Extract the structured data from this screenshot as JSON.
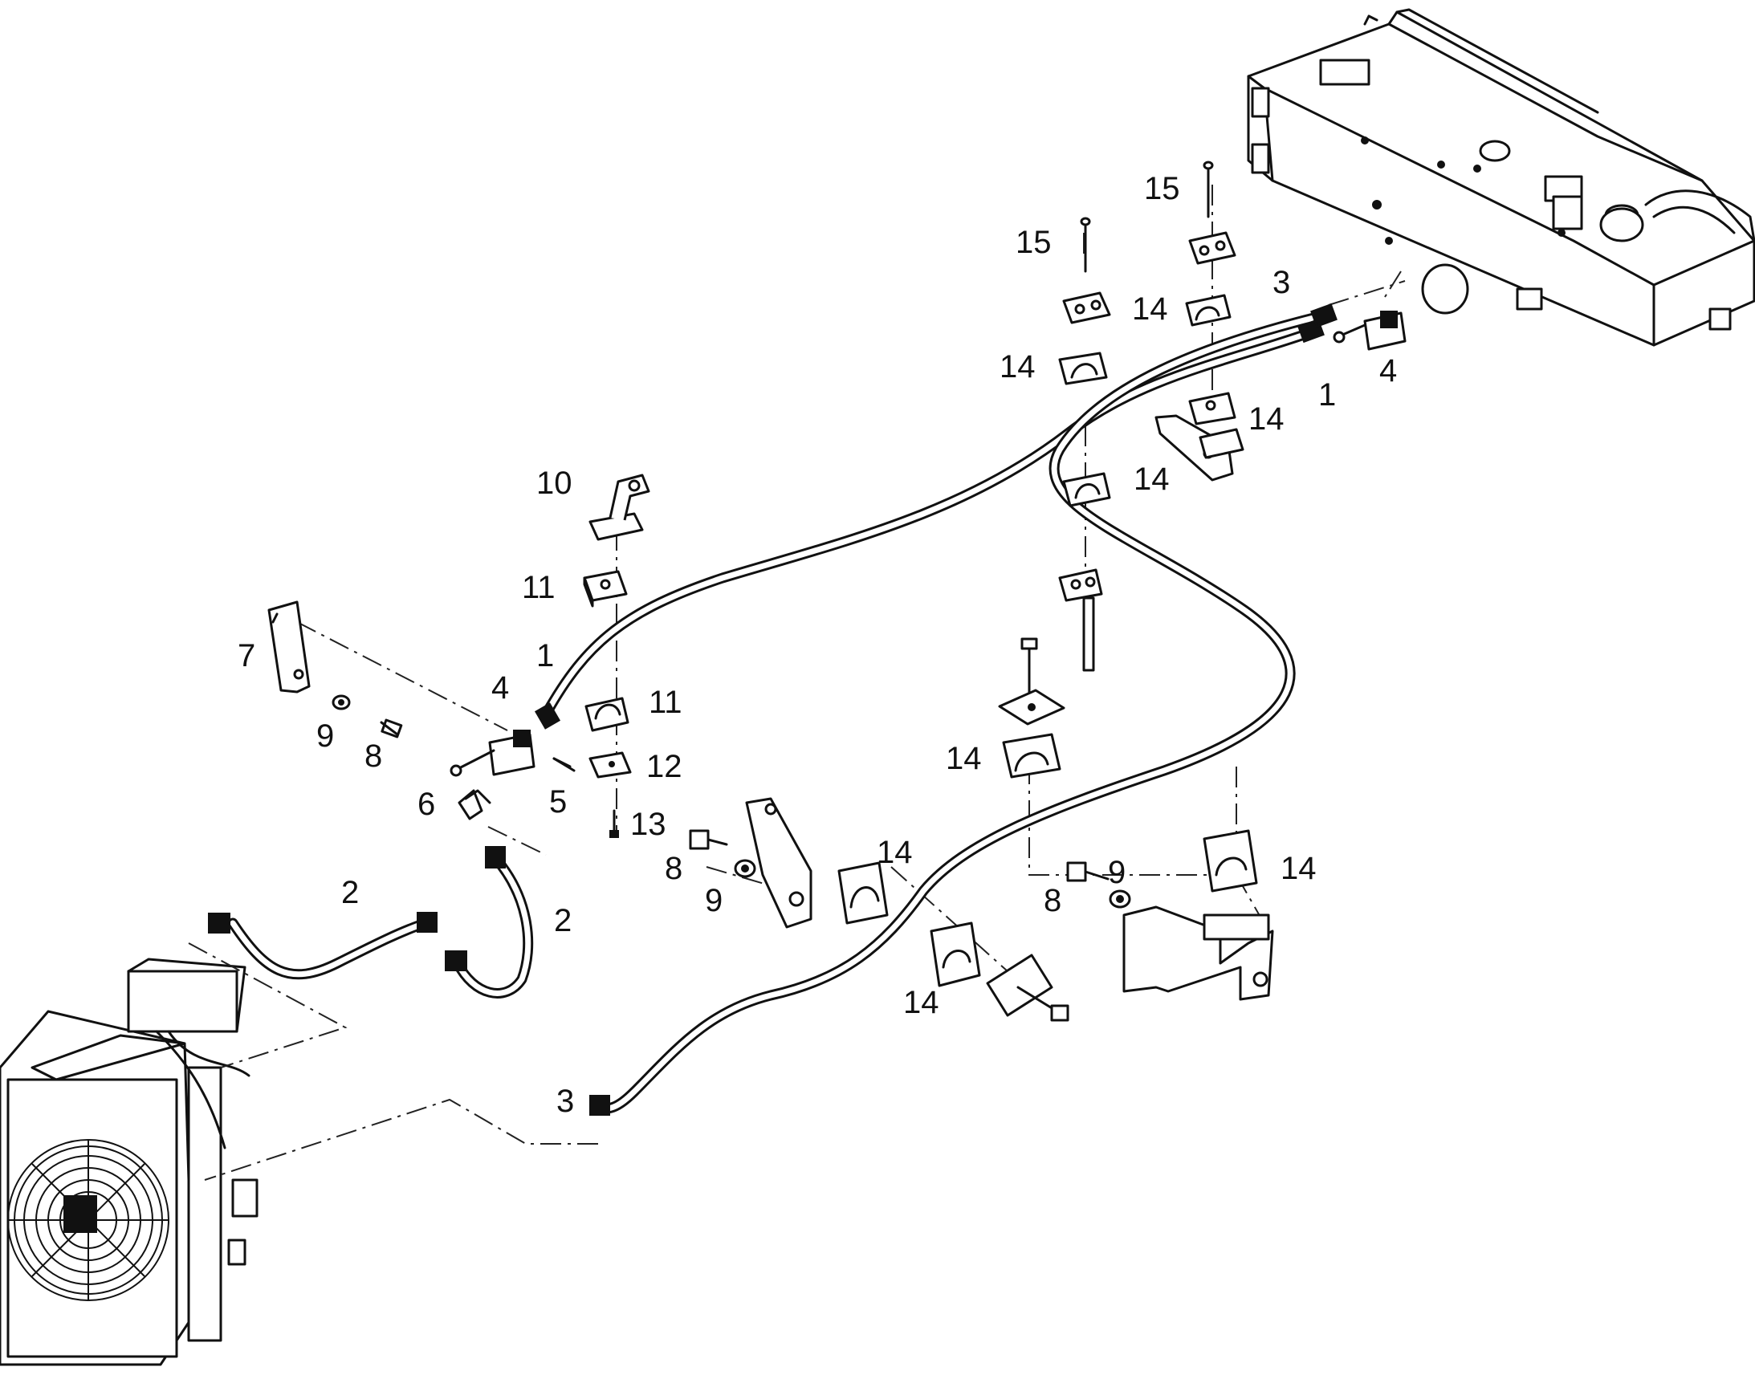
{
  "diagram": {
    "type": "exploded-parts-diagram",
    "callouts": [
      {
        "id": "c15a",
        "text": "15"
      },
      {
        "id": "c15b",
        "text": "15"
      },
      {
        "id": "c3a",
        "text": "3"
      },
      {
        "id": "c14a",
        "text": "14"
      },
      {
        "id": "c14b",
        "text": "14"
      },
      {
        "id": "c4a",
        "text": "4"
      },
      {
        "id": "c1a",
        "text": "1"
      },
      {
        "id": "c14c",
        "text": "14"
      },
      {
        "id": "c14d",
        "text": "14"
      },
      {
        "id": "c10",
        "text": "10"
      },
      {
        "id": "c11a",
        "text": "11"
      },
      {
        "id": "c1b",
        "text": "1"
      },
      {
        "id": "c7",
        "text": "7"
      },
      {
        "id": "c4b",
        "text": "4"
      },
      {
        "id": "c11b",
        "text": "11"
      },
      {
        "id": "c9a",
        "text": "9"
      },
      {
        "id": "c8a",
        "text": "8"
      },
      {
        "id": "c12",
        "text": "12"
      },
      {
        "id": "c6",
        "text": "6"
      },
      {
        "id": "c5",
        "text": "5"
      },
      {
        "id": "c14e",
        "text": "14"
      },
      {
        "id": "c13",
        "text": "13"
      },
      {
        "id": "c8b",
        "text": "8"
      },
      {
        "id": "c14f",
        "text": "14"
      },
      {
        "id": "c9b",
        "text": "9"
      },
      {
        "id": "c14g",
        "text": "14"
      },
      {
        "id": "c8c",
        "text": "8"
      },
      {
        "id": "c9c",
        "text": "9"
      },
      {
        "id": "c2a",
        "text": "2"
      },
      {
        "id": "c2b",
        "text": "2"
      },
      {
        "id": "c14h",
        "text": "14"
      },
      {
        "id": "c3b",
        "text": "3"
      }
    ]
  }
}
